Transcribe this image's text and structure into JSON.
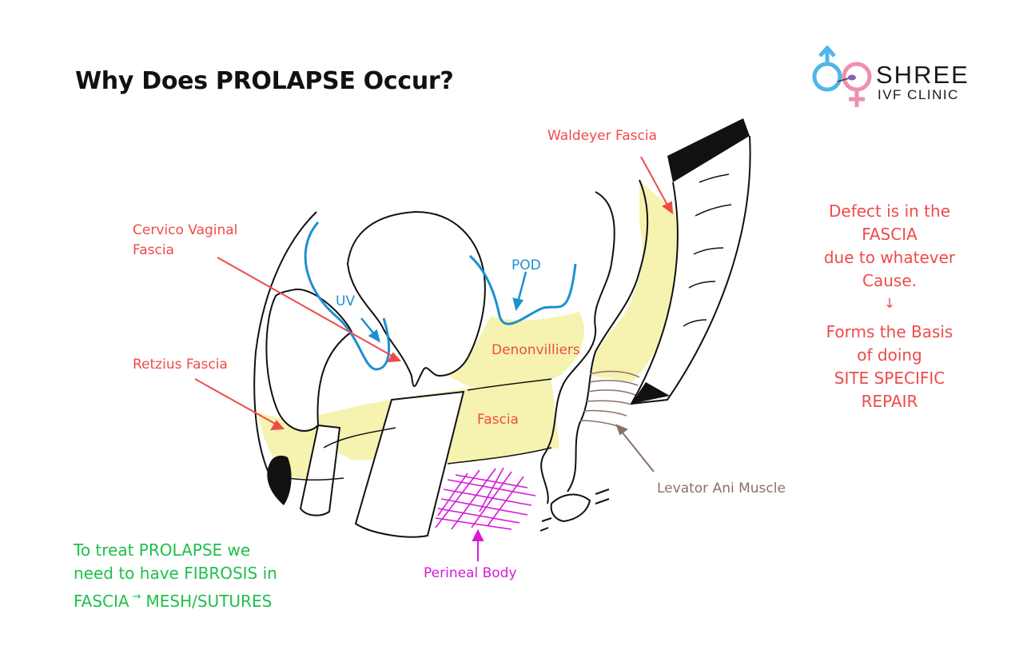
{
  "title": "Why Does PROLAPSE Occur?",
  "logo": {
    "name": "SHREE",
    "subtitle": "IVF CLINIC"
  },
  "labels": {
    "waldeyer": "Waldeyer Fascia",
    "cervico_line1": "Cervico Vaginal",
    "cervico_line2": "Fascia",
    "pod": "POD",
    "uv": "UV",
    "denonvilliers": "Denonvilliers",
    "fascia": "Fascia",
    "retzius": "Retzius Fascia",
    "levator": "Levator Ani Muscle",
    "perineal": "Perineal Body"
  },
  "right_note": {
    "line1": "Defect is in the",
    "line2": "FASCIA",
    "line3": "due to whatever",
    "line4": "Cause.",
    "arrow": "↓",
    "line5": "Forms the Basis",
    "line6": "of doing",
    "line7": "SITE SPECIFIC",
    "line8": "REPAIR"
  },
  "bottom_note": {
    "line1": "To treat PROLAPSE we",
    "line2": "need to have FIBROSIS in",
    "line3a": "FASCIA",
    "arrow": "→",
    "line3b": "MESH/SUTURES"
  },
  "colors": {
    "fascia_yellow": "#f6f2b0",
    "red": "#ef4a4a",
    "blue": "#1e8fd0",
    "brown": "#8c7068",
    "magenta": "#d51ad9",
    "green": "#1fc04a",
    "logo_blue": "#4fb6e8",
    "logo_pink": "#ee8fb0"
  }
}
